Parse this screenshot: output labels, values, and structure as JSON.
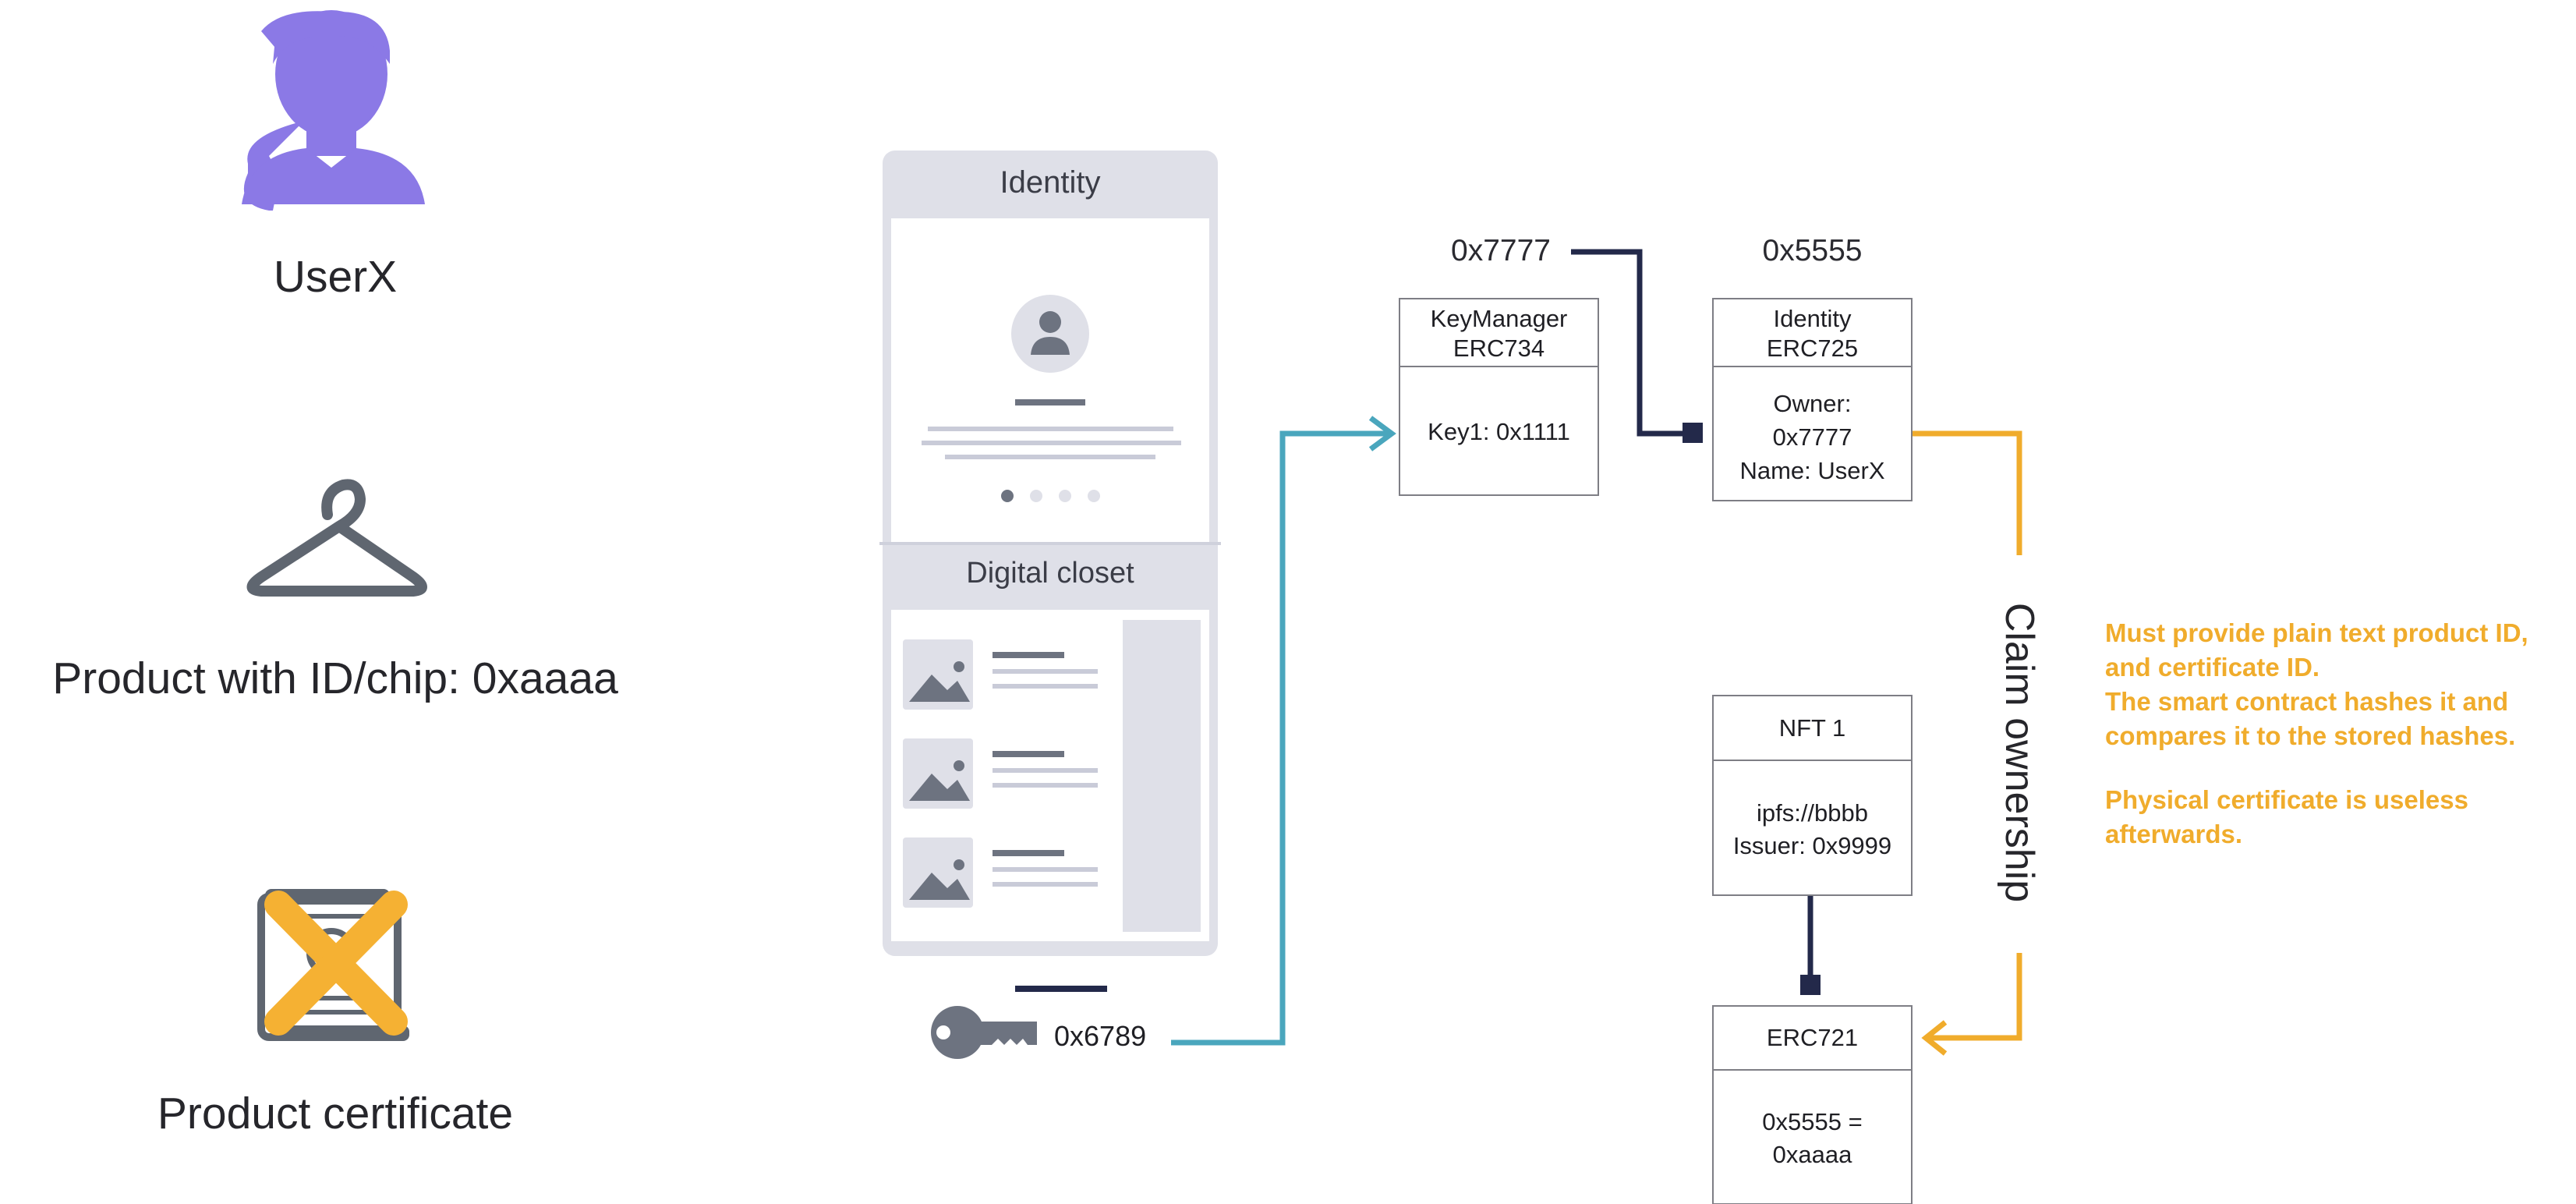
{
  "left_panel": {
    "user_label": "UserX",
    "product_label": "Product with ID/chip: 0xaaaa",
    "certificate_label": "Product certificate"
  },
  "phone": {
    "identity_header": "Identity",
    "closet_header": "Digital closet",
    "carousel_dots": 4
  },
  "key": {
    "address": "0x6789"
  },
  "key_manager": {
    "address": "0x7777",
    "title_line1": "KeyManager",
    "title_line2": "ERC734",
    "body": "Key1: 0x1111"
  },
  "identity_contract": {
    "address": "0x5555",
    "title_line1": "Identity",
    "title_line2": "ERC725",
    "body_line1": "Owner:",
    "body_line2": "0x7777",
    "body_line3": "Name: UserX"
  },
  "nft": {
    "title": "NFT 1",
    "body_line1": "ipfs://bbbb",
    "body_line2": "Issuer: 0x9999"
  },
  "erc721": {
    "title": "ERC721",
    "body_line1": "0x5555 =",
    "body_line2": "0xaaaa"
  },
  "claim_label": "Claim ownership",
  "note": {
    "line1": "Must provide plain text product ID,",
    "line2": "and certificate ID.",
    "line3": "The smart contract hashes it and",
    "line4": "compares it to the stored hashes.",
    "line5": "Physical certificate is useless",
    "line6": "afterwards."
  },
  "colors": {
    "user_icon": "#8b79e6",
    "icon_gray": "#5f6670",
    "cross": "#f5b133",
    "teal_arrow": "#4aa6bd",
    "navy_line": "#23294a",
    "orange": "#f0ac2c",
    "phone_frame": "#dfe0e8",
    "phone_line": "#c9cbd8",
    "box_border": "#7e7e85"
  }
}
